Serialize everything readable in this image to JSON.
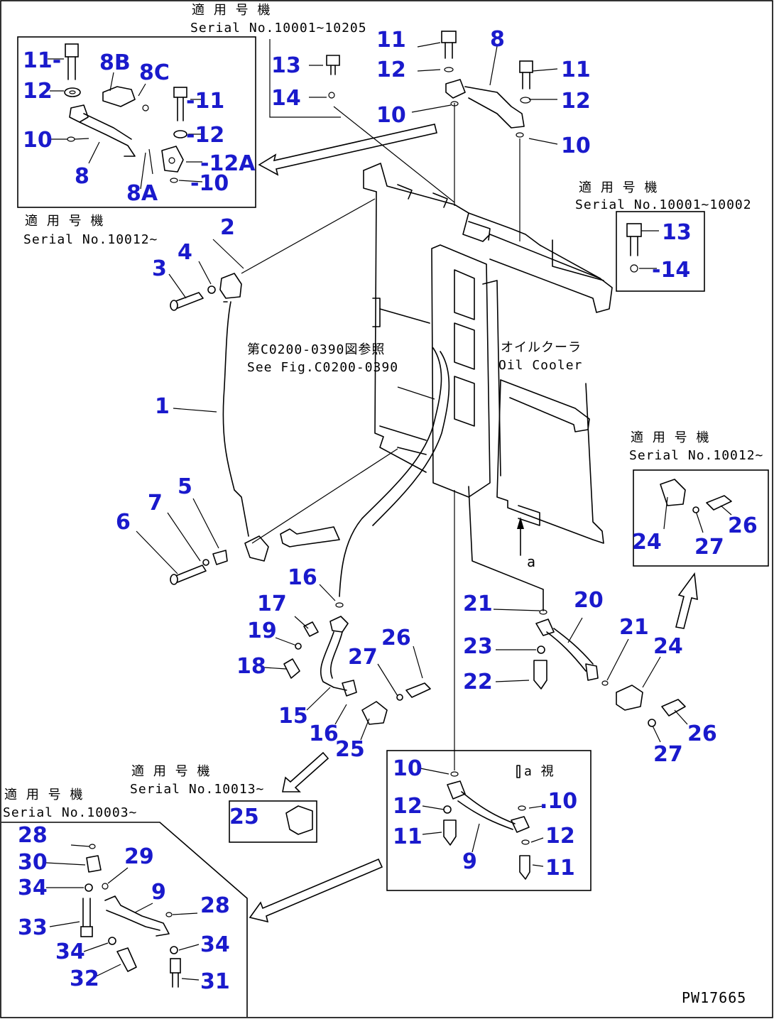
{
  "serial_notes": {
    "top_jp": "適 用 号 機",
    "top_en": "Serial No.10001~10205",
    "right_jp": "適 用 号 機",
    "right_en": "Serial No.10001~10002",
    "left_jp": "適 用 号 機",
    "left_en": "Serial No.10012~",
    "mid_right_jp": "適 用 号 機",
    "mid_right_en": "Serial No.10012~",
    "bottom_mid_jp": "適 用 号 機",
    "bottom_mid_en": "Serial No.10013~",
    "bottom_left_jp": "適 用 号 機",
    "bottom_left_en": "Serial No.10003~"
  },
  "see_fig": {
    "jp": "第C0200-0390図参照",
    "en": "See Fig.C0200-0390"
  },
  "oil_cooler": {
    "jp": "オイルクーラ",
    "en": "Oil Cooler"
  },
  "view_a": "a",
  "view_a_box": "a 視",
  "drawing_code": "PW17665",
  "part_labels": [
    {
      "id": "b1-11",
      "text": "11-"
    },
    {
      "id": "b1-12",
      "text": "12"
    },
    {
      "id": "b1-10",
      "text": "10"
    },
    {
      "id": "b1-8",
      "text": "8"
    },
    {
      "id": "b1-8B",
      "text": "8B"
    },
    {
      "id": "b1-8C",
      "text": "8C"
    },
    {
      "id": "b1-11b",
      "text": "-11"
    },
    {
      "id": "b1-12b",
      "text": "-12"
    },
    {
      "id": "b1-12A",
      "text": "-12A"
    },
    {
      "id": "b1-10b",
      "text": "-10"
    },
    {
      "id": "b1-8A",
      "text": "8A"
    },
    {
      "id": "t-13",
      "text": "13"
    },
    {
      "id": "t-14",
      "text": "14"
    },
    {
      "id": "t-11",
      "text": "11"
    },
    {
      "id": "t-12",
      "text": "12"
    },
    {
      "id": "t-10",
      "text": "10"
    },
    {
      "id": "t-8",
      "text": "8"
    },
    {
      "id": "t-11b",
      "text": "11"
    },
    {
      "id": "t-12b",
      "text": "12"
    },
    {
      "id": "t-10b",
      "text": "10"
    },
    {
      "id": "r-13",
      "text": "13"
    },
    {
      "id": "r-14",
      "text": "-14"
    },
    {
      "id": "l-2",
      "text": "2"
    },
    {
      "id": "l-4",
      "text": "4"
    },
    {
      "id": "l-3",
      "text": "3"
    },
    {
      "id": "l-1",
      "text": "1"
    },
    {
      "id": "l-5",
      "text": "5"
    },
    {
      "id": "l-7",
      "text": "7"
    },
    {
      "id": "l-6",
      "text": "6"
    },
    {
      "id": "m-16",
      "text": "16"
    },
    {
      "id": "m-17",
      "text": "17"
    },
    {
      "id": "m-19",
      "text": "19"
    },
    {
      "id": "m-18",
      "text": "18"
    },
    {
      "id": "m-26",
      "text": "26"
    },
    {
      "id": "m-27",
      "text": "27"
    },
    {
      "id": "m-15",
      "text": "15"
    },
    {
      "id": "m-16b",
      "text": "16"
    },
    {
      "id": "m-25",
      "text": "25"
    },
    {
      "id": "c-21",
      "text": "21"
    },
    {
      "id": "c-20",
      "text": "20"
    },
    {
      "id": "c-23",
      "text": "23"
    },
    {
      "id": "c-22",
      "text": "22"
    },
    {
      "id": "c-21b",
      "text": "21"
    },
    {
      "id": "c-24",
      "text": "24"
    },
    {
      "id": "c-26",
      "text": "26"
    },
    {
      "id": "c-27",
      "text": "27"
    },
    {
      "id": "rb-24",
      "text": "24"
    },
    {
      "id": "rb-27",
      "text": "27"
    },
    {
      "id": "rb-26",
      "text": "26"
    },
    {
      "id": "a-10",
      "text": "10"
    },
    {
      "id": "a-12",
      "text": "12"
    },
    {
      "id": "a-11",
      "text": "11"
    },
    {
      "id": "a-9",
      "text": "9"
    },
    {
      "id": "a-10b",
      "text": ".10"
    },
    {
      "id": "a-12b",
      "text": "12"
    },
    {
      "id": "a-11b",
      "text": "11"
    },
    {
      "id": "s-25",
      "text": "25"
    },
    {
      "id": "bl-28",
      "text": "28"
    },
    {
      "id": "bl-30",
      "text": "30"
    },
    {
      "id": "bl-29",
      "text": "29"
    },
    {
      "id": "bl-34",
      "text": "34"
    },
    {
      "id": "bl-9",
      "text": "9"
    },
    {
      "id": "bl-28b",
      "text": "28"
    },
    {
      "id": "bl-33",
      "text": "33"
    },
    {
      "id": "bl-34b",
      "text": "34"
    },
    {
      "id": "bl-34c",
      "text": "34"
    },
    {
      "id": "bl-32",
      "text": "32"
    },
    {
      "id": "bl-31",
      "text": "31"
    }
  ]
}
